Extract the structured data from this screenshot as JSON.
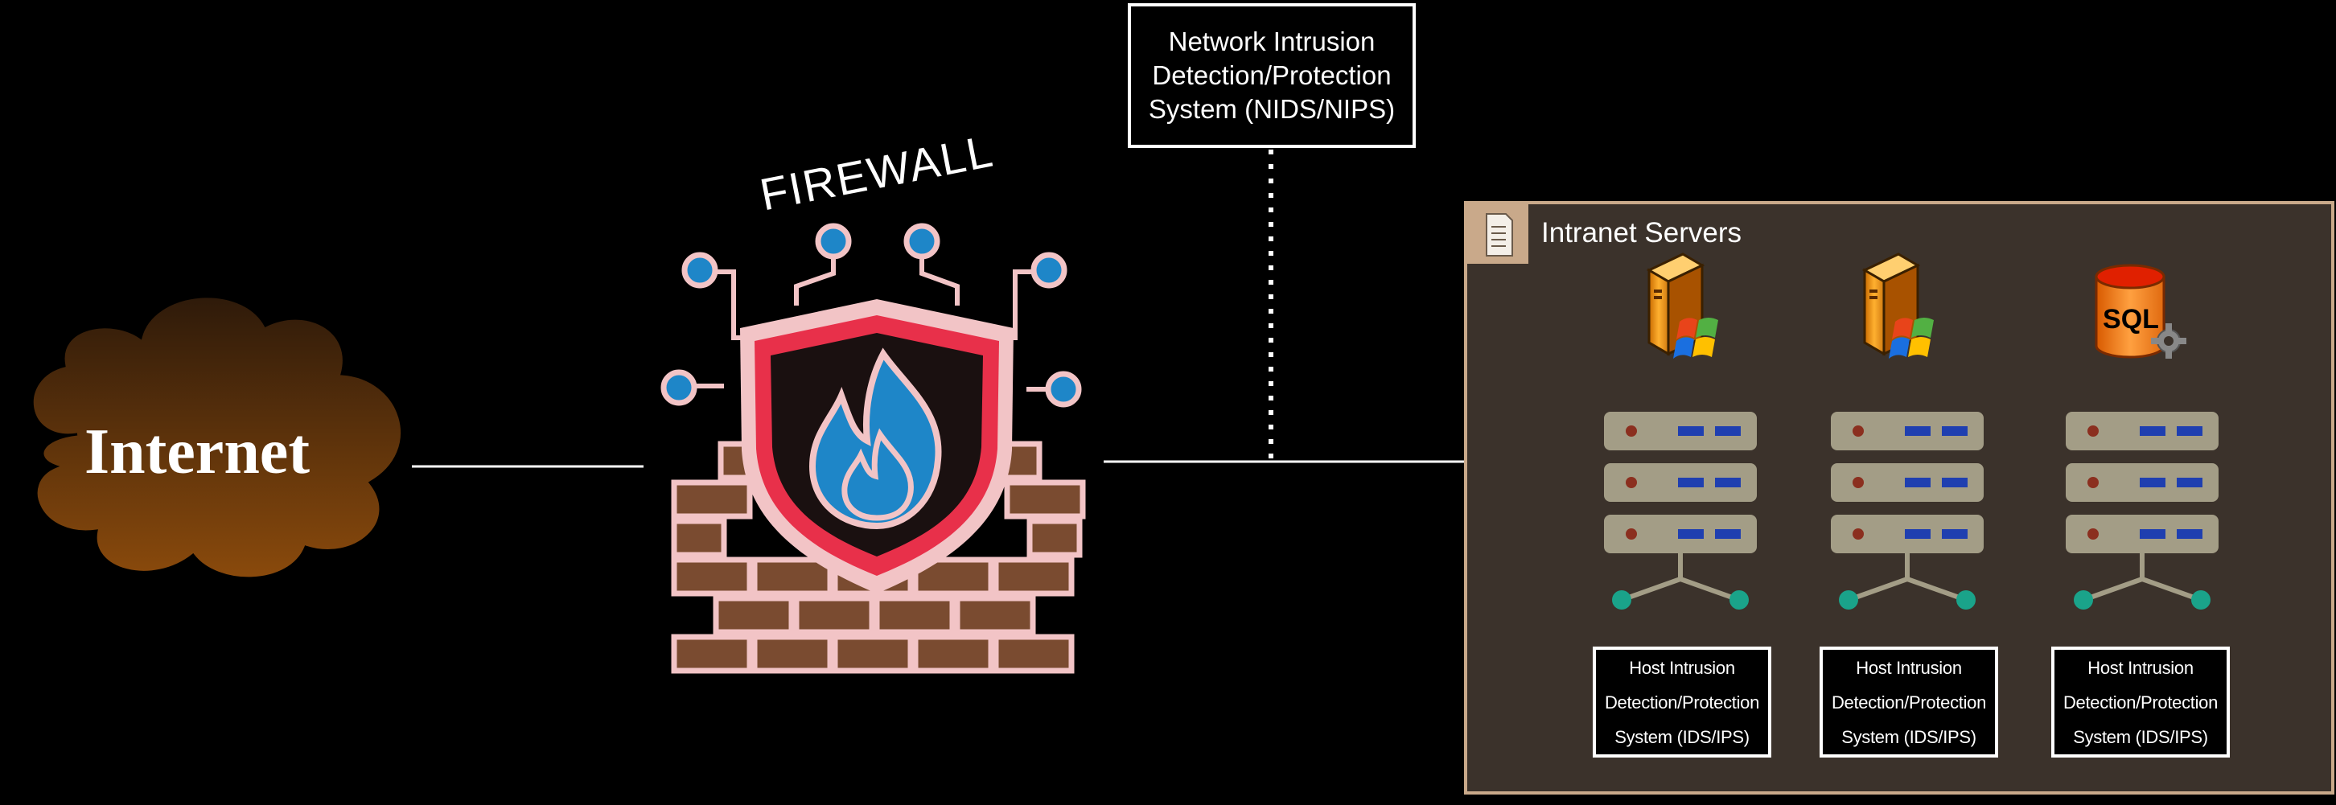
{
  "internet": {
    "label": "Internet"
  },
  "firewall": {
    "label": "FIREWALL"
  },
  "nids": {
    "lines": [
      "Network Intrusion",
      "Detection/Protection",
      "System (NIDS/NIPS)"
    ]
  },
  "intranet": {
    "title": "Intranet Servers"
  },
  "hosts": [
    {
      "icon": "windows-server-icon",
      "hids_lines": [
        "Host Intrusion",
        "Detection/Protection",
        "System (IDS/IPS)"
      ]
    },
    {
      "icon": "windows-server-icon",
      "hids_lines": [
        "Host Intrusion",
        "Detection/Protection",
        "System (IDS/IPS)"
      ]
    },
    {
      "icon": "sql-database-icon",
      "sql_text": "SQL",
      "hids_lines": [
        "Host Intrusion",
        "Detection/Protection",
        "System (IDS/IPS)"
      ]
    }
  ],
  "colors": {
    "background": "#000000",
    "cloud_top": "#2e1a0a",
    "cloud_bottom": "#8a4a0c",
    "intranet_panel": "#3b322b",
    "intranet_border": "#c9a98a",
    "shield_outline": "#e8304a",
    "brick": "#7a4b30",
    "brick_outline": "#f2c4c6",
    "flame": "#1e86c8",
    "server_unit": "#a39d86",
    "server_led": "#8b2f1f",
    "server_slot": "#1f3fb0",
    "node": "#1aa38a"
  }
}
